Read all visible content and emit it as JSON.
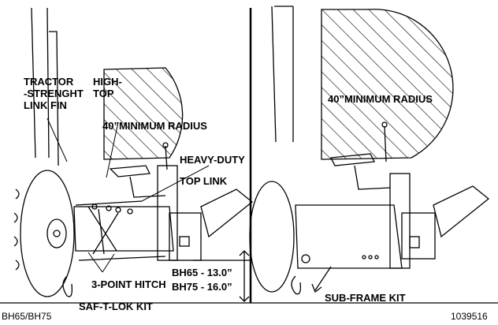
{
  "labels": {
    "tractor_link_pin": "TRACTOR\n-STRENGHT\nLINK FIN",
    "high_strength_top": "HIGH-\nTOP",
    "min_radius_left": "40”MINIMUM RADIUS",
    "min_radius_right": "40”MINIMUM RADIUS",
    "heavy_duty": "HEAVY-DUTY",
    "top_link": "TOP LINK",
    "three_point_hitch": "3-POINT HITCH",
    "saf_t_lok_kit": "SAF-T-LOK KIT",
    "bh65_dim": "BH65 - 13.0”",
    "bh75_dim": "BH75 - 16.0”",
    "sub_frame_kit": "SUB-FRAME KIT",
    "model": "BH65/BH75",
    "part_number": "1039516"
  }
}
